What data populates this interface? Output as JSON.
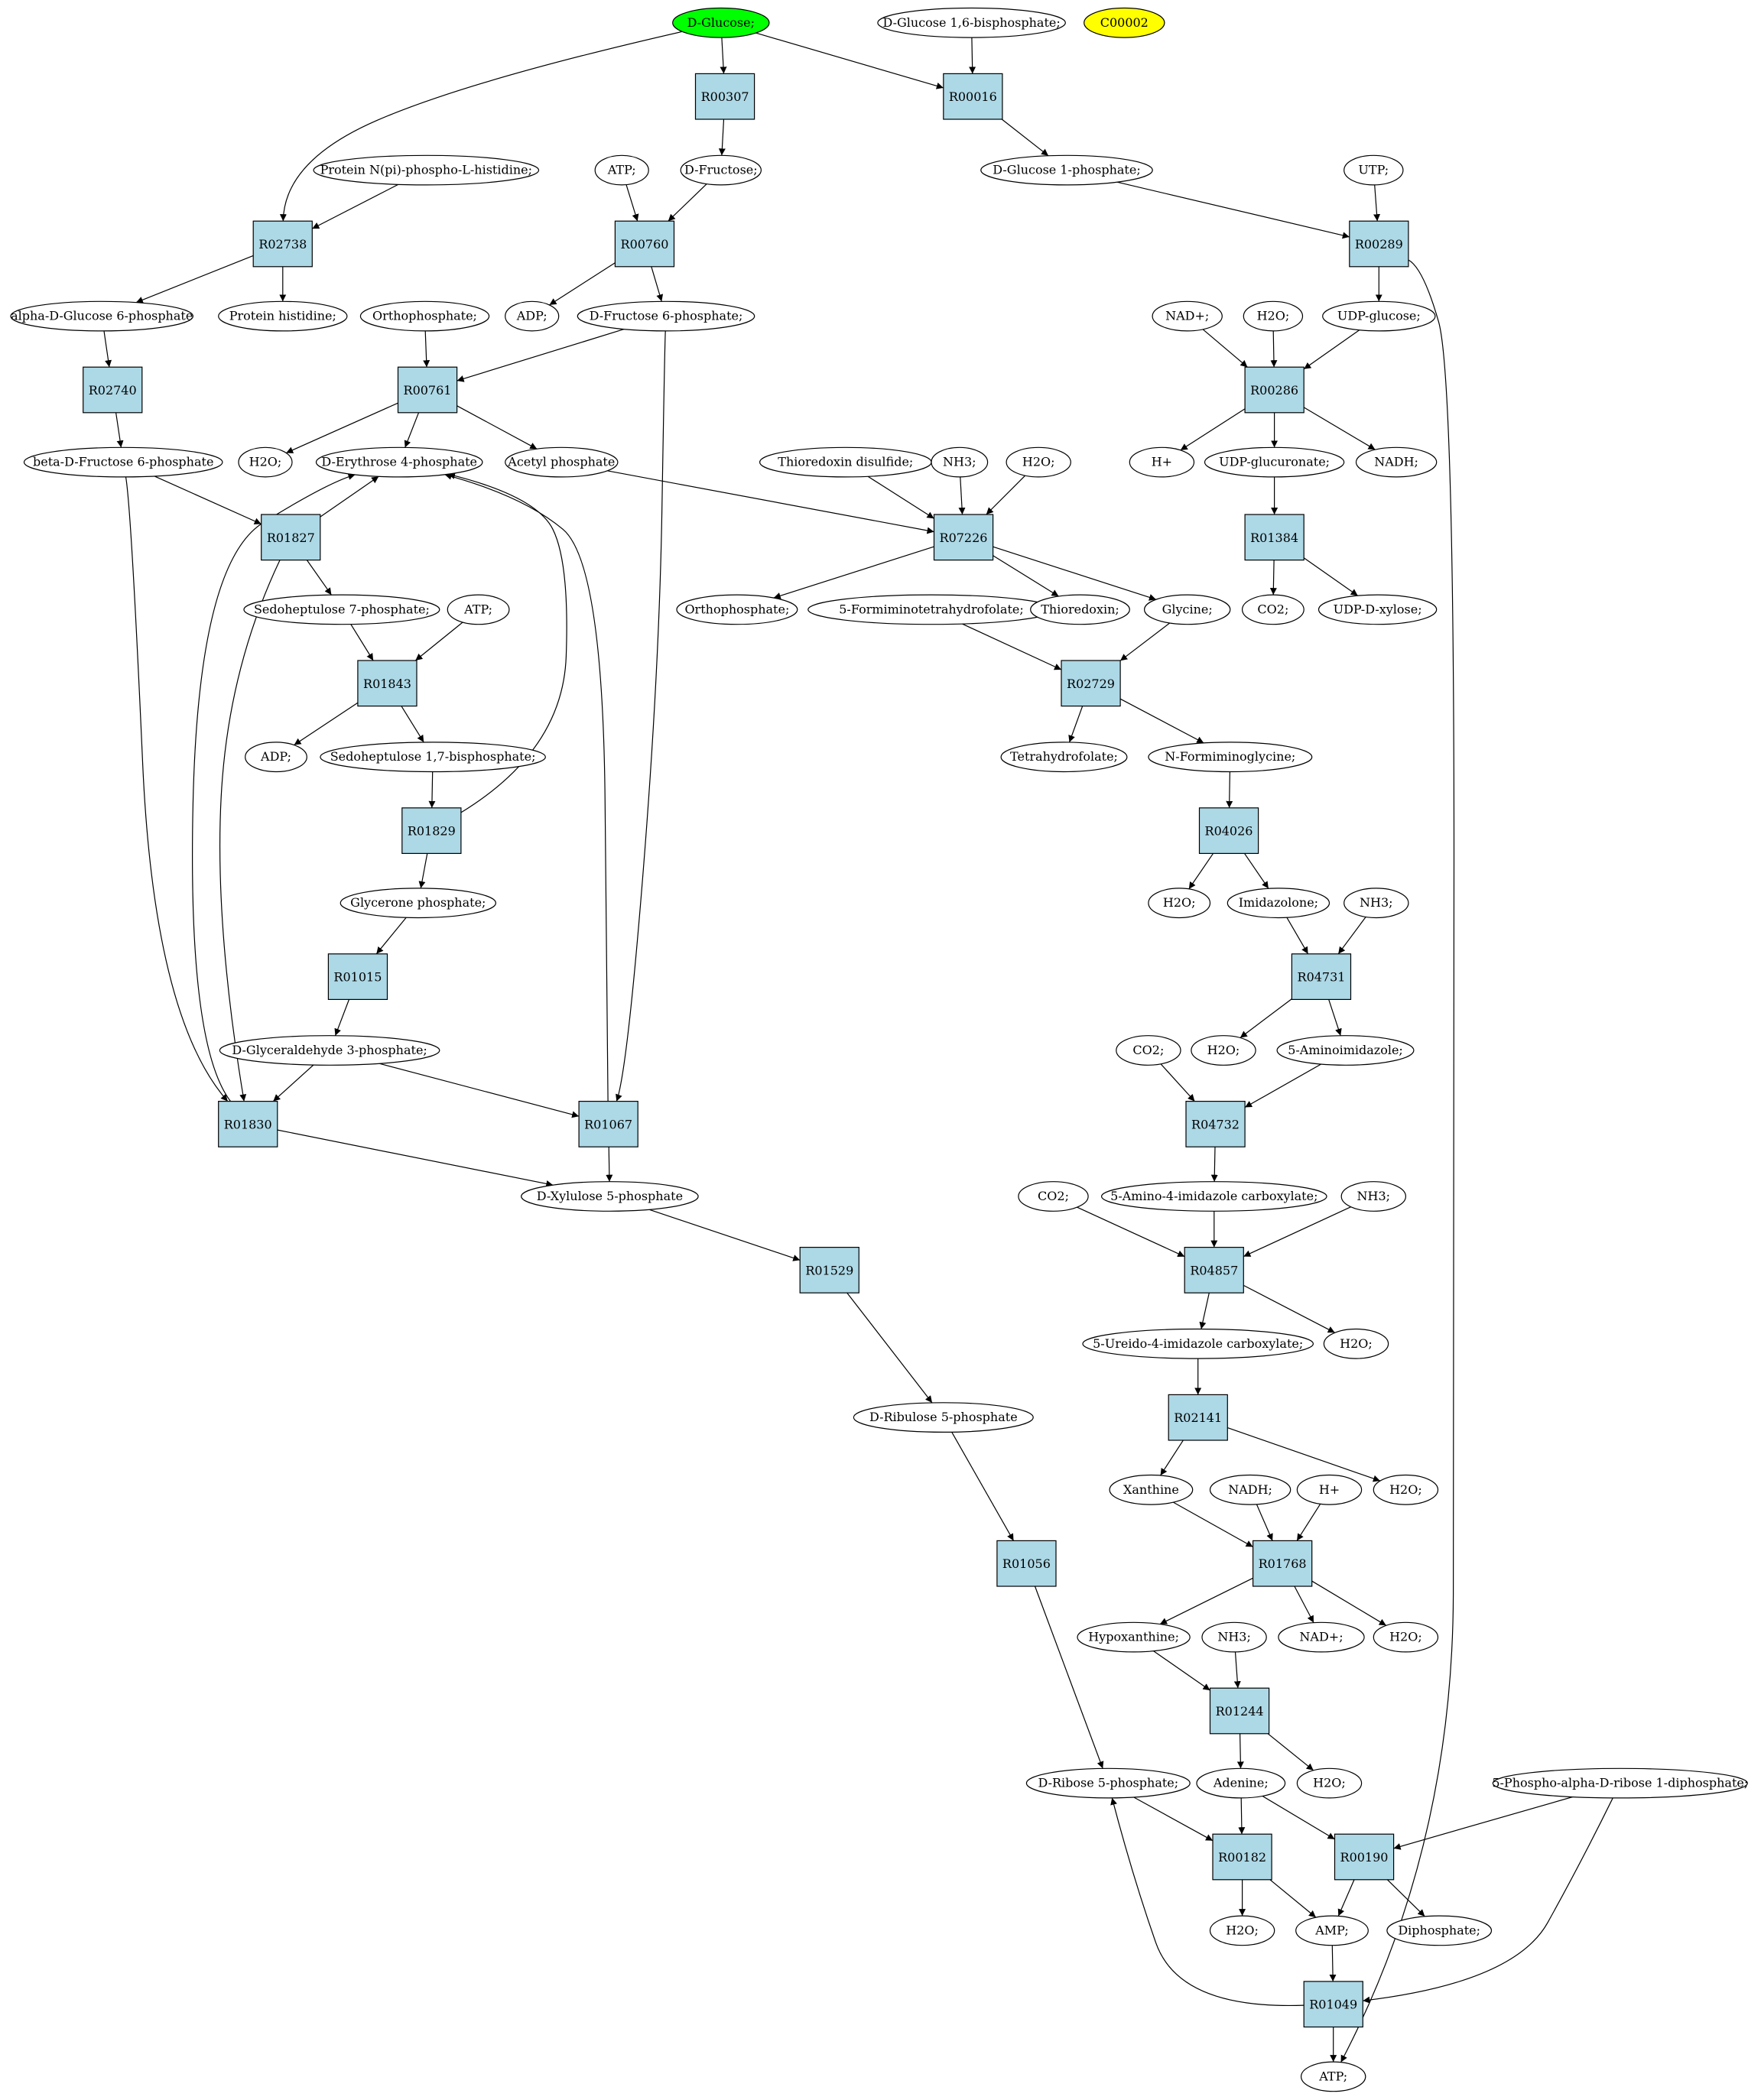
{
  "colors": {
    "reaction_fill": "#add8e6",
    "metabolite_fill": "#ffffff",
    "highlight_start": "#00ff00",
    "highlight_query": "#ffff00"
  },
  "reactions": [
    "R00307",
    "R00016",
    "R02738",
    "R00760",
    "R00289",
    "R02740",
    "R00761",
    "R00286",
    "R01827",
    "R07226",
    "R01384",
    "R01843",
    "R02729",
    "R01829",
    "R04026",
    "R01015",
    "R04731",
    "R01830",
    "R01067",
    "R04732",
    "R01529",
    "R04857",
    "R02141",
    "R01056",
    "R01768",
    "R01244",
    "R00182",
    "R00190",
    "R01049"
  ],
  "metabolites": [
    "D-Glucose;",
    "D-Glucose 1,6-bisphosphate;",
    "C00002",
    "Protein N(pi)-phospho-L-histidine;",
    "ATP;",
    "D-Fructose;",
    "D-Glucose 1-phosphate;",
    "UTP;",
    "alpha-D-Glucose 6-phosphate",
    "Protein histidine;",
    "Orthophosphate;",
    "ADP;",
    "D-Fructose 6-phosphate;",
    "NAD+;",
    "H2O;",
    "UDP-glucose;",
    "beta-D-Fructose 6-phosphate",
    "H2O;",
    "D-Erythrose 4-phosphate",
    "Acetyl phosphate",
    "Thioredoxin disulfide;",
    "NH3;",
    "H2O;",
    "H+",
    "UDP-glucuronate;",
    "NADH;",
    "Sedoheptulose 7-phosphate;",
    "ATP;",
    "Orthophosphate;",
    "5-Formiminotetrahydrofolate;",
    "Thioredoxin;",
    "Glycine;",
    "CO2;",
    "UDP-D-xylose;",
    "ADP;",
    "Sedoheptulose 1,7-bisphosphate;",
    "Tetrahydrofolate;",
    "N-Formiminoglycine;",
    "Glycerone phosphate;",
    "H2O;",
    "Imidazolone;",
    "NH3;",
    "D-Glyceraldehyde 3-phosphate;",
    "CO2;",
    "H2O;",
    "5-Aminoimidazole;",
    "D-Xylulose 5-phosphate",
    "CO2;",
    "5-Amino-4-imidazole carboxylate;",
    "NH3;",
    "H2O;",
    "5-Ureido-4-imidazole carboxylate;",
    "D-Ribulose 5-phosphate",
    "Xanthine",
    "NADH;",
    "H+",
    "H2O;",
    "Hypoxanthine;",
    "NH3;",
    "NAD+;",
    "H2O;",
    "D-Ribose 5-phosphate;",
    "Adenine;",
    "H2O;",
    "5-Phospho-alpha-D-ribose 1-diphosphate;",
    "H2O;",
    "AMP;",
    "Diphosphate;",
    "ATP;"
  ]
}
